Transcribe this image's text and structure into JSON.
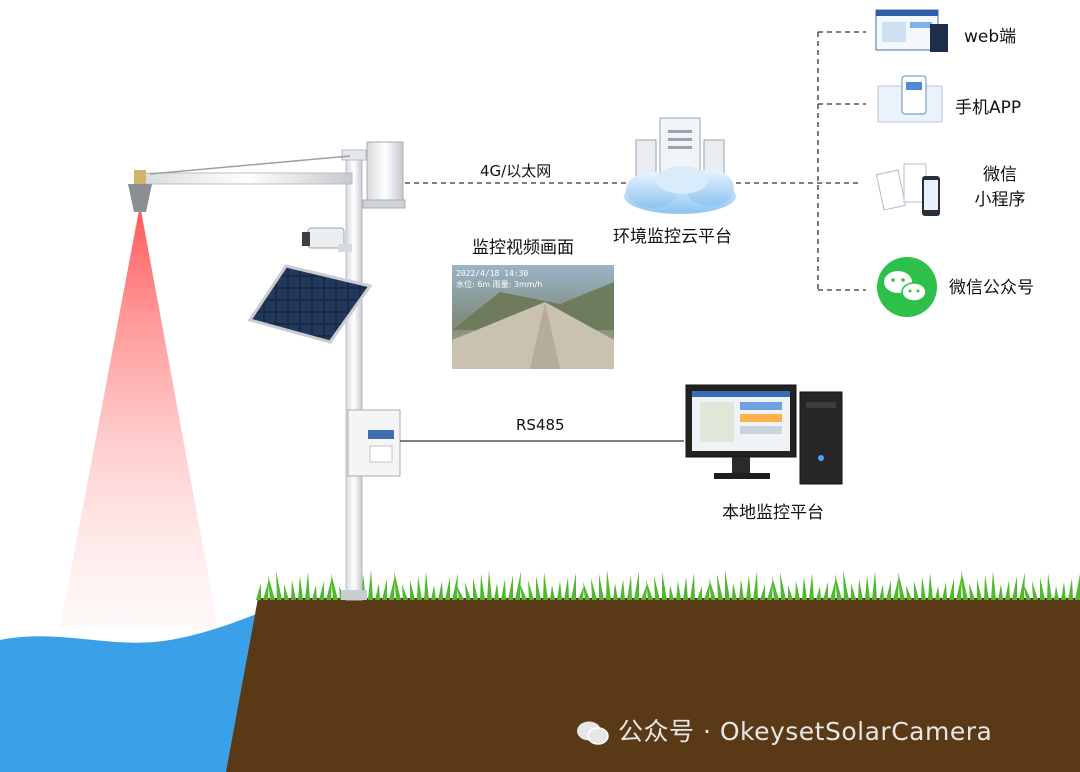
{
  "link_labels": {
    "network": "4G/以太网",
    "rs485": "RS485"
  },
  "cloud_platform": {
    "label": "环境监控云平台"
  },
  "local_platform": {
    "label": "本地监控平台"
  },
  "video_preview": {
    "title": "监控视频画面",
    "overlay_line1": "2022/4/18 14:30",
    "overlay_line2": "水位: 6m  雨量: 3mm/h"
  },
  "clients": [
    {
      "id": "web",
      "label": "web端"
    },
    {
      "id": "app",
      "label": "手机APP"
    },
    {
      "id": "miniprogram",
      "label_line1": "微信",
      "label_line2": "小程序"
    },
    {
      "id": "official",
      "label": "微信公众号"
    }
  ],
  "watermark": "公众号 · OkeysetSolarCamera",
  "colors": {
    "water": "#3aa0e8",
    "soil": "#5a3a16",
    "grass": "#4fb82c",
    "radar_beam": "#ff6b6b",
    "wechat_green": "#2dc14b",
    "connector": "#333333"
  }
}
